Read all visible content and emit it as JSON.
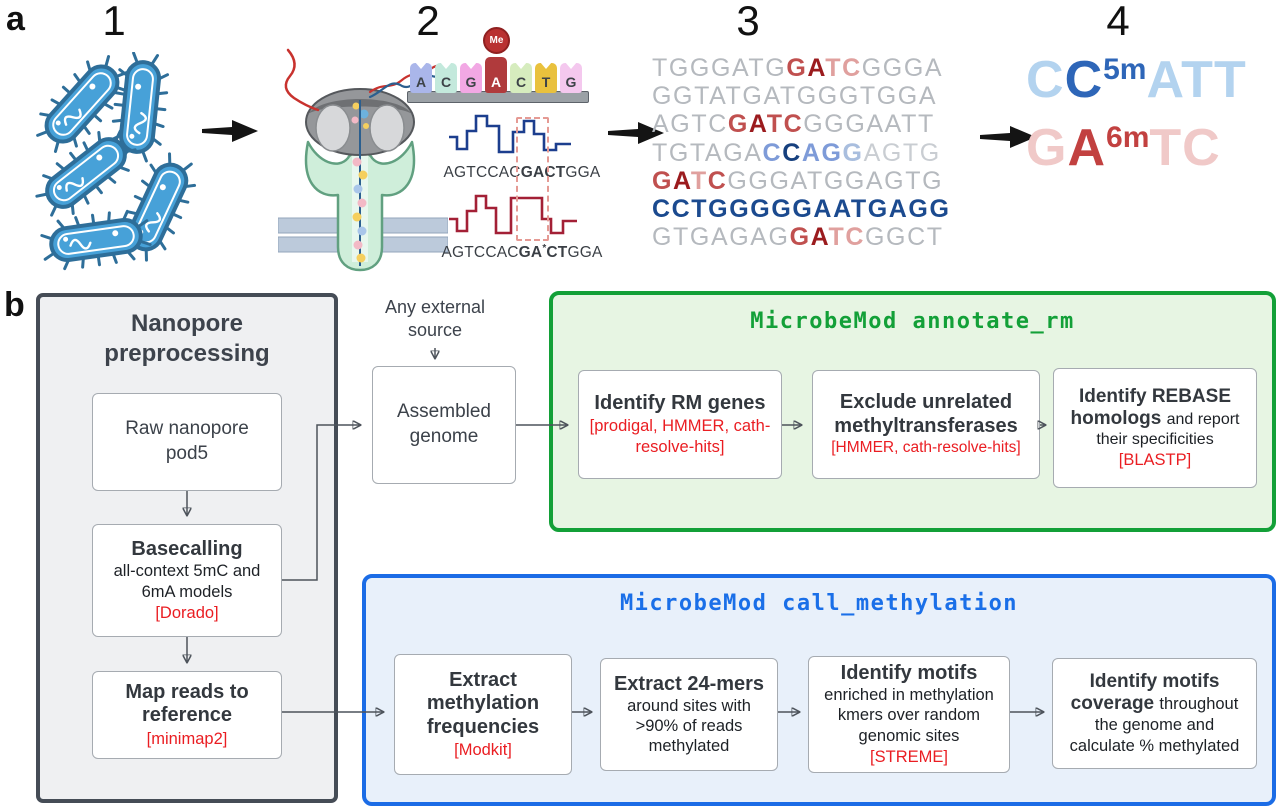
{
  "panel_a": {
    "label": "a",
    "step_numbers": [
      "1",
      "2",
      "3",
      "4"
    ],
    "nanopore": {
      "me_label": "Me",
      "bases": [
        {
          "letter": "A",
          "color": "#aab6ea"
        },
        {
          "letter": "C",
          "color": "#c3e9dc"
        },
        {
          "letter": "G",
          "color": "#f2a8e4"
        },
        {
          "letter": "A",
          "color": "#b03a3c",
          "methylated": true
        },
        {
          "letter": "C",
          "color": "#d6ecbe"
        },
        {
          "letter": "T",
          "color": "#e9c13d"
        },
        {
          "letter": "G",
          "color": "#f4c8ee"
        }
      ],
      "unmethylated_read": {
        "pre": "AGTCCAC",
        "motif": "GACT",
        "post": "GGA"
      },
      "methylated_read": {
        "pre": "AGTCCAC",
        "motif_pre": "GA",
        "mark": "*",
        "motif_post": "CT",
        "post": "GGA"
      },
      "trace_colors": {
        "top": "#1c3e8e",
        "bottom": "#a32036"
      },
      "traces": {
        "top": [
          [
            2,
            26
          ],
          [
            10,
            26
          ],
          [
            10,
            38
          ],
          [
            20,
            38
          ],
          [
            20,
            20
          ],
          [
            29,
            20
          ],
          [
            29,
            5
          ],
          [
            40,
            5
          ],
          [
            40,
            15
          ],
          [
            52,
            15
          ],
          [
            52,
            41
          ],
          [
            66,
            41
          ],
          [
            66,
            21
          ],
          [
            77,
            21
          ],
          [
            77,
            10
          ],
          [
            87,
            10
          ],
          [
            87,
            23
          ],
          [
            97,
            23
          ],
          [
            97,
            39
          ],
          [
            109,
            39
          ],
          [
            109,
            33
          ],
          [
            124,
            33
          ]
        ],
        "bottom": [
          [
            2,
            31
          ],
          [
            10,
            31
          ],
          [
            10,
            43
          ],
          [
            20,
            43
          ],
          [
            20,
            23
          ],
          [
            29,
            23
          ],
          [
            29,
            8
          ],
          [
            39,
            8
          ],
          [
            39,
            20
          ],
          [
            49,
            20
          ],
          [
            49,
            45
          ],
          [
            64,
            45
          ],
          [
            64,
            10
          ],
          [
            95,
            10
          ],
          [
            95,
            31
          ],
          [
            104,
            31
          ],
          [
            104,
            45
          ],
          [
            116,
            45
          ],
          [
            116,
            33
          ],
          [
            130,
            33
          ]
        ]
      }
    },
    "reads": {
      "lines": [
        [
          {
            "t": "TGGGATG",
            "c": "gray"
          },
          {
            "t": "G",
            "c": "red"
          },
          {
            "t": "A",
            "c": "redDark"
          },
          {
            "t": "TC",
            "c": "redLight"
          },
          {
            "t": "GGGA",
            "c": "gray"
          }
        ],
        [
          {
            "t": "GGTATGATGGGTGGA",
            "c": "gray"
          }
        ],
        [
          {
            "t": "AGTC",
            "c": "gray"
          },
          {
            "t": "G",
            "c": "red"
          },
          {
            "t": "A",
            "c": "redDark"
          },
          {
            "t": "TC",
            "c": "red"
          },
          {
            "t": "GGGAATT",
            "c": "gray"
          }
        ],
        [
          {
            "t": "TGTAGA",
            "c": "gray"
          },
          {
            "t": "C",
            "c": "blue"
          },
          {
            "t": "C",
            "c": "blueDark"
          },
          {
            "t": "A",
            "c": "blue"
          },
          {
            "t": "G",
            "c": "blue"
          },
          {
            "t": "G",
            "c": "blueLight"
          },
          {
            "t": "AGTG",
            "c": "grayL"
          }
        ],
        [
          {
            "t": "G",
            "c": "red"
          },
          {
            "t": "A",
            "c": "redDark"
          },
          {
            "t": "T",
            "c": "redLight"
          },
          {
            "t": "C",
            "c": "red"
          },
          {
            "t": "GGGATGGAGTG",
            "c": "gray"
          }
        ],
        [
          {
            "t": "CCTGGGGGAATGAGG",
            "c": "blueBold"
          }
        ],
        [
          {
            "t": "GTGAGAG",
            "c": "gray"
          },
          {
            "t": "G",
            "c": "red"
          },
          {
            "t": "A",
            "c": "redDark"
          },
          {
            "t": "TC",
            "c": "redLight"
          },
          {
            "t": "GGCT",
            "c": "gray"
          }
        ]
      ]
    },
    "motifs": {
      "line1": [
        {
          "t": "C",
          "c": "mBlueLight"
        },
        {
          "t": "C",
          "c": "mBlueDark"
        },
        {
          "t": "5m",
          "c": "mBlueDark",
          "sup": true
        },
        {
          "t": "ATT",
          "c": "mBlueLight"
        }
      ],
      "line2": [
        {
          "t": "G",
          "c": "mRedLight"
        },
        {
          "t": "A",
          "c": "mRedDark"
        },
        {
          "t": "6m",
          "c": "mRedDark",
          "sup": true
        },
        {
          "t": "TC",
          "c": "mRedLight"
        }
      ]
    }
  },
  "panel_b": {
    "label": "b",
    "preprocessing": {
      "title": "Nanopore preprocessing",
      "raw_box": {
        "normal": "Raw nanopore pod5"
      },
      "basecalling_box": {
        "bold": "Basecalling",
        "normal": "all-context 5mC and 6mA models",
        "tool": "[Dorado]"
      },
      "map_box": {
        "bold": "Map reads to reference",
        "tool": "[minimap2]"
      }
    },
    "external_source_label": "Any external source",
    "assembled_genome_label": "Assembled genome",
    "annotate_rm": {
      "title": "MicrobeMod annotate_rm",
      "accent_color": "#13a038",
      "box1": {
        "bold": "Identify RM genes",
        "tool": "[prodigal, HMMER, cath-resolve-hits]"
      },
      "box2": {
        "bold": "Exclude unrelated methyltransferases",
        "tool": "[HMMER, cath-resolve-hits]"
      },
      "box3": {
        "bold": "Identify REBASE homologs",
        "normal": "and report their specificities",
        "tool": "[BLASTP]"
      }
    },
    "call_methylation": {
      "title": "MicrobeMod call_methylation",
      "accent_color": "#1b6ce6",
      "box1": {
        "bold": "Extract methylation frequencies",
        "tool": "[Modkit]"
      },
      "box2": {
        "bold": "Extract 24-mers",
        "normal": "around sites with >90% of reads methylated"
      },
      "box3": {
        "bold": "Identify motifs",
        "normal": "enriched in methylation kmers over random genomic sites",
        "tool": "[STREME]"
      },
      "box4": {
        "bold": "Identify motifs coverage",
        "normal": "throughout the genome and calculate % methylated"
      }
    },
    "tool_text_color": "#ea1d22"
  }
}
